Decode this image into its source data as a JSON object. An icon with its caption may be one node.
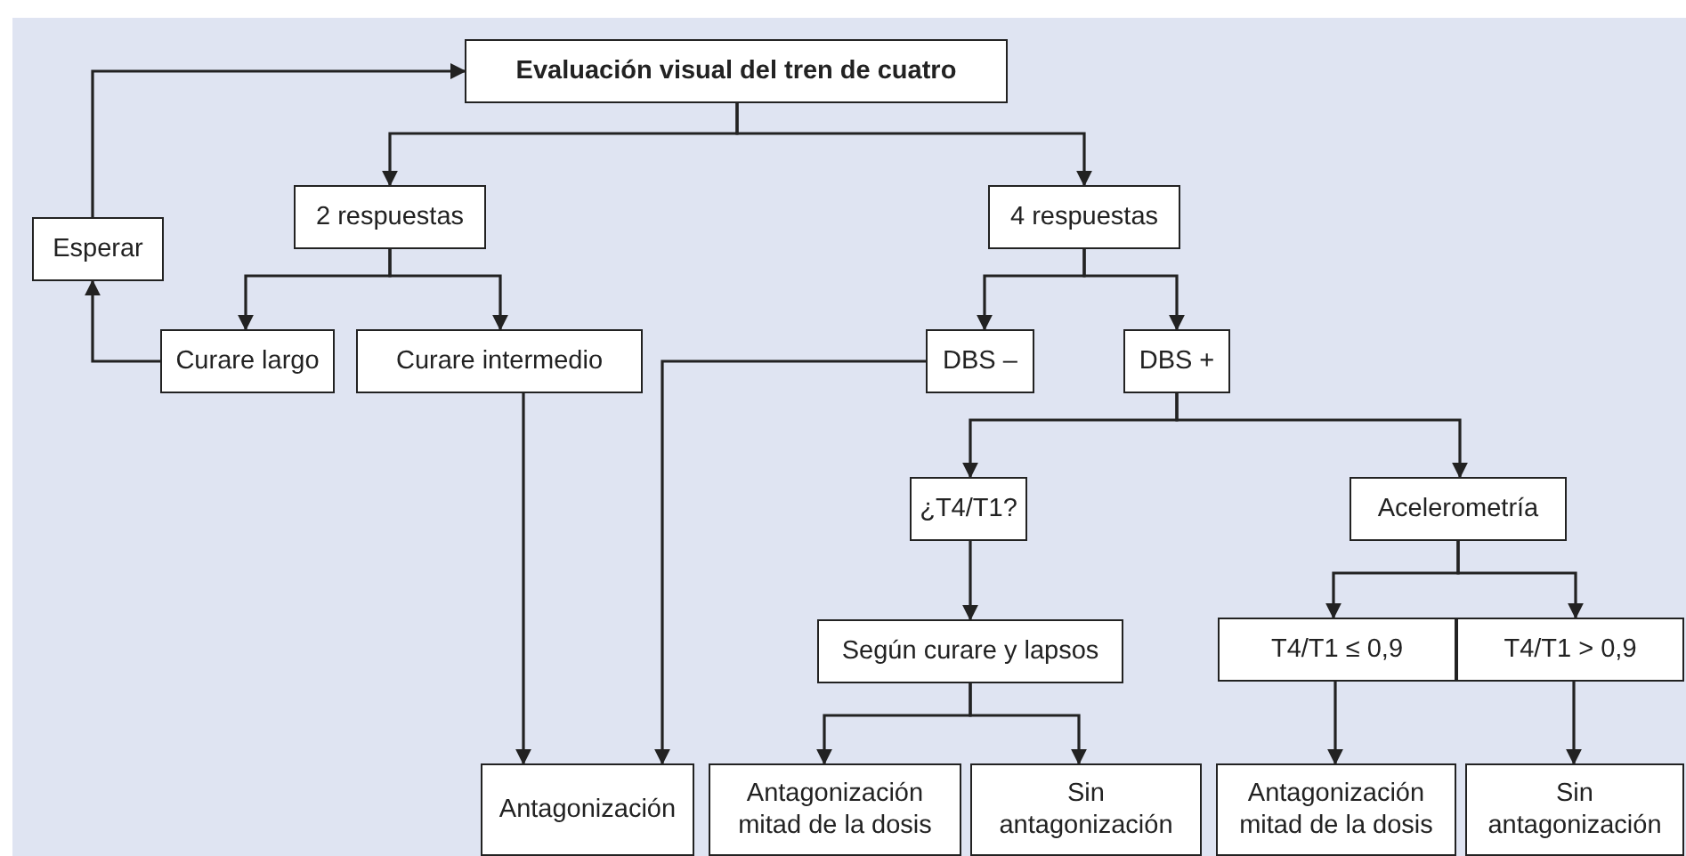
{
  "diagram": {
    "nodes": [
      {
        "text": [
          "Evaluación visual del tren de cuatro"
        ]
      },
      {
        "text": [
          "2 respuestas"
        ]
      },
      {
        "text": [
          "4 respuestas"
        ]
      },
      {
        "text": [
          "Esperar"
        ]
      },
      {
        "text": [
          "Curare largo"
        ]
      },
      {
        "text": [
          "Curare intermedio"
        ]
      },
      {
        "text": [
          "DBS –"
        ]
      },
      {
        "text": [
          "DBS +"
        ]
      },
      {
        "text": [
          "¿T4/T1?"
        ]
      },
      {
        "text": [
          "Acelerometría"
        ]
      },
      {
        "text": [
          "Según curare y lapsos"
        ]
      },
      {
        "text": [
          "T4/T1 ≤ 0,9"
        ]
      },
      {
        "text": [
          "T4/T1 > 0,9"
        ]
      },
      {
        "text": [
          "Antagonización"
        ]
      },
      {
        "text": [
          "Antagonización mitad de la dosis"
        ]
      },
      {
        "text": [
          "Sin antagonización"
        ]
      },
      {
        "text": [
          "Antagonización mitad de la dosis"
        ]
      },
      {
        "text": [
          "Sin antagonización"
        ]
      }
    ],
    "edges": [
      {
        "from": 0,
        "to": 1,
        "arrow": "to"
      },
      {
        "from": 0,
        "to": 2,
        "arrow": "to"
      },
      {
        "from": 1,
        "to": 4,
        "arrow": "to"
      },
      {
        "from": 1,
        "to": 5,
        "arrow": "to"
      },
      {
        "from": 4,
        "to": 3,
        "arrow": "to"
      },
      {
        "from": 3,
        "to": 0,
        "arrow": "to"
      },
      {
        "from": 2,
        "to": 6,
        "arrow": "to"
      },
      {
        "from": 2,
        "to": 7,
        "arrow": "to"
      },
      {
        "from": 5,
        "to": 13,
        "arrow": "to"
      },
      {
        "from": 6,
        "to": 13,
        "arrow": "to"
      },
      {
        "from": 7,
        "to": 8,
        "arrow": "to"
      },
      {
        "from": 7,
        "to": 9,
        "arrow": "to"
      },
      {
        "from": 8,
        "to": 10,
        "arrow": "to"
      },
      {
        "from": 10,
        "to": 14,
        "arrow": "to"
      },
      {
        "from": 10,
        "to": 15,
        "arrow": "to"
      },
      {
        "from": 9,
        "to": 11,
        "arrow": "to"
      },
      {
        "from": 9,
        "to": 12,
        "arrow": "to"
      },
      {
        "from": 11,
        "to": 16,
        "arrow": "to"
      },
      {
        "from": 12,
        "to": 17,
        "arrow": "to"
      }
    ]
  }
}
